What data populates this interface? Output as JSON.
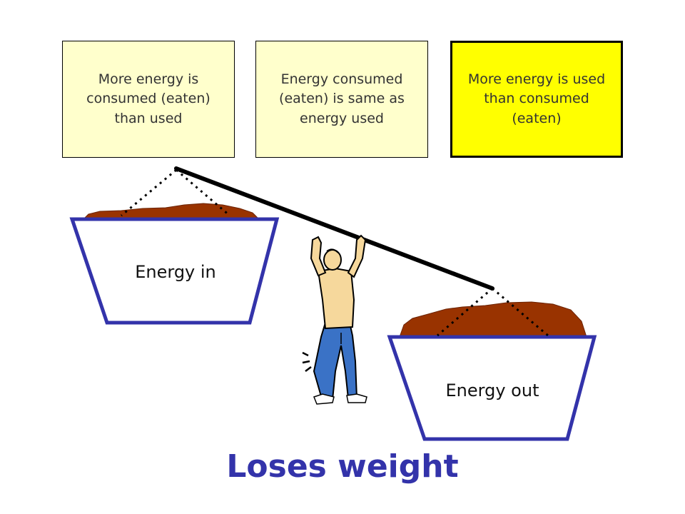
{
  "boxes": [
    {
      "text": "More energy is consumed (eaten) than used",
      "highlighted": false
    },
    {
      "text": "Energy consumed (eaten) is same as energy used",
      "highlighted": false
    },
    {
      "text": "More energy is used than consumed (eaten)",
      "highlighted": true
    }
  ],
  "baskets": {
    "left_label": "Energy in",
    "right_label": "Energy out"
  },
  "caption": "Loses weight",
  "colors": {
    "box_fill": "#ffffcc",
    "box_highlight": "#ffff00",
    "basket_outline": "#3333aa",
    "basket_contents": "#993300",
    "caption": "#3333aa"
  },
  "figure": "cartoon-person-holding-tilted-balance-beam-icon"
}
